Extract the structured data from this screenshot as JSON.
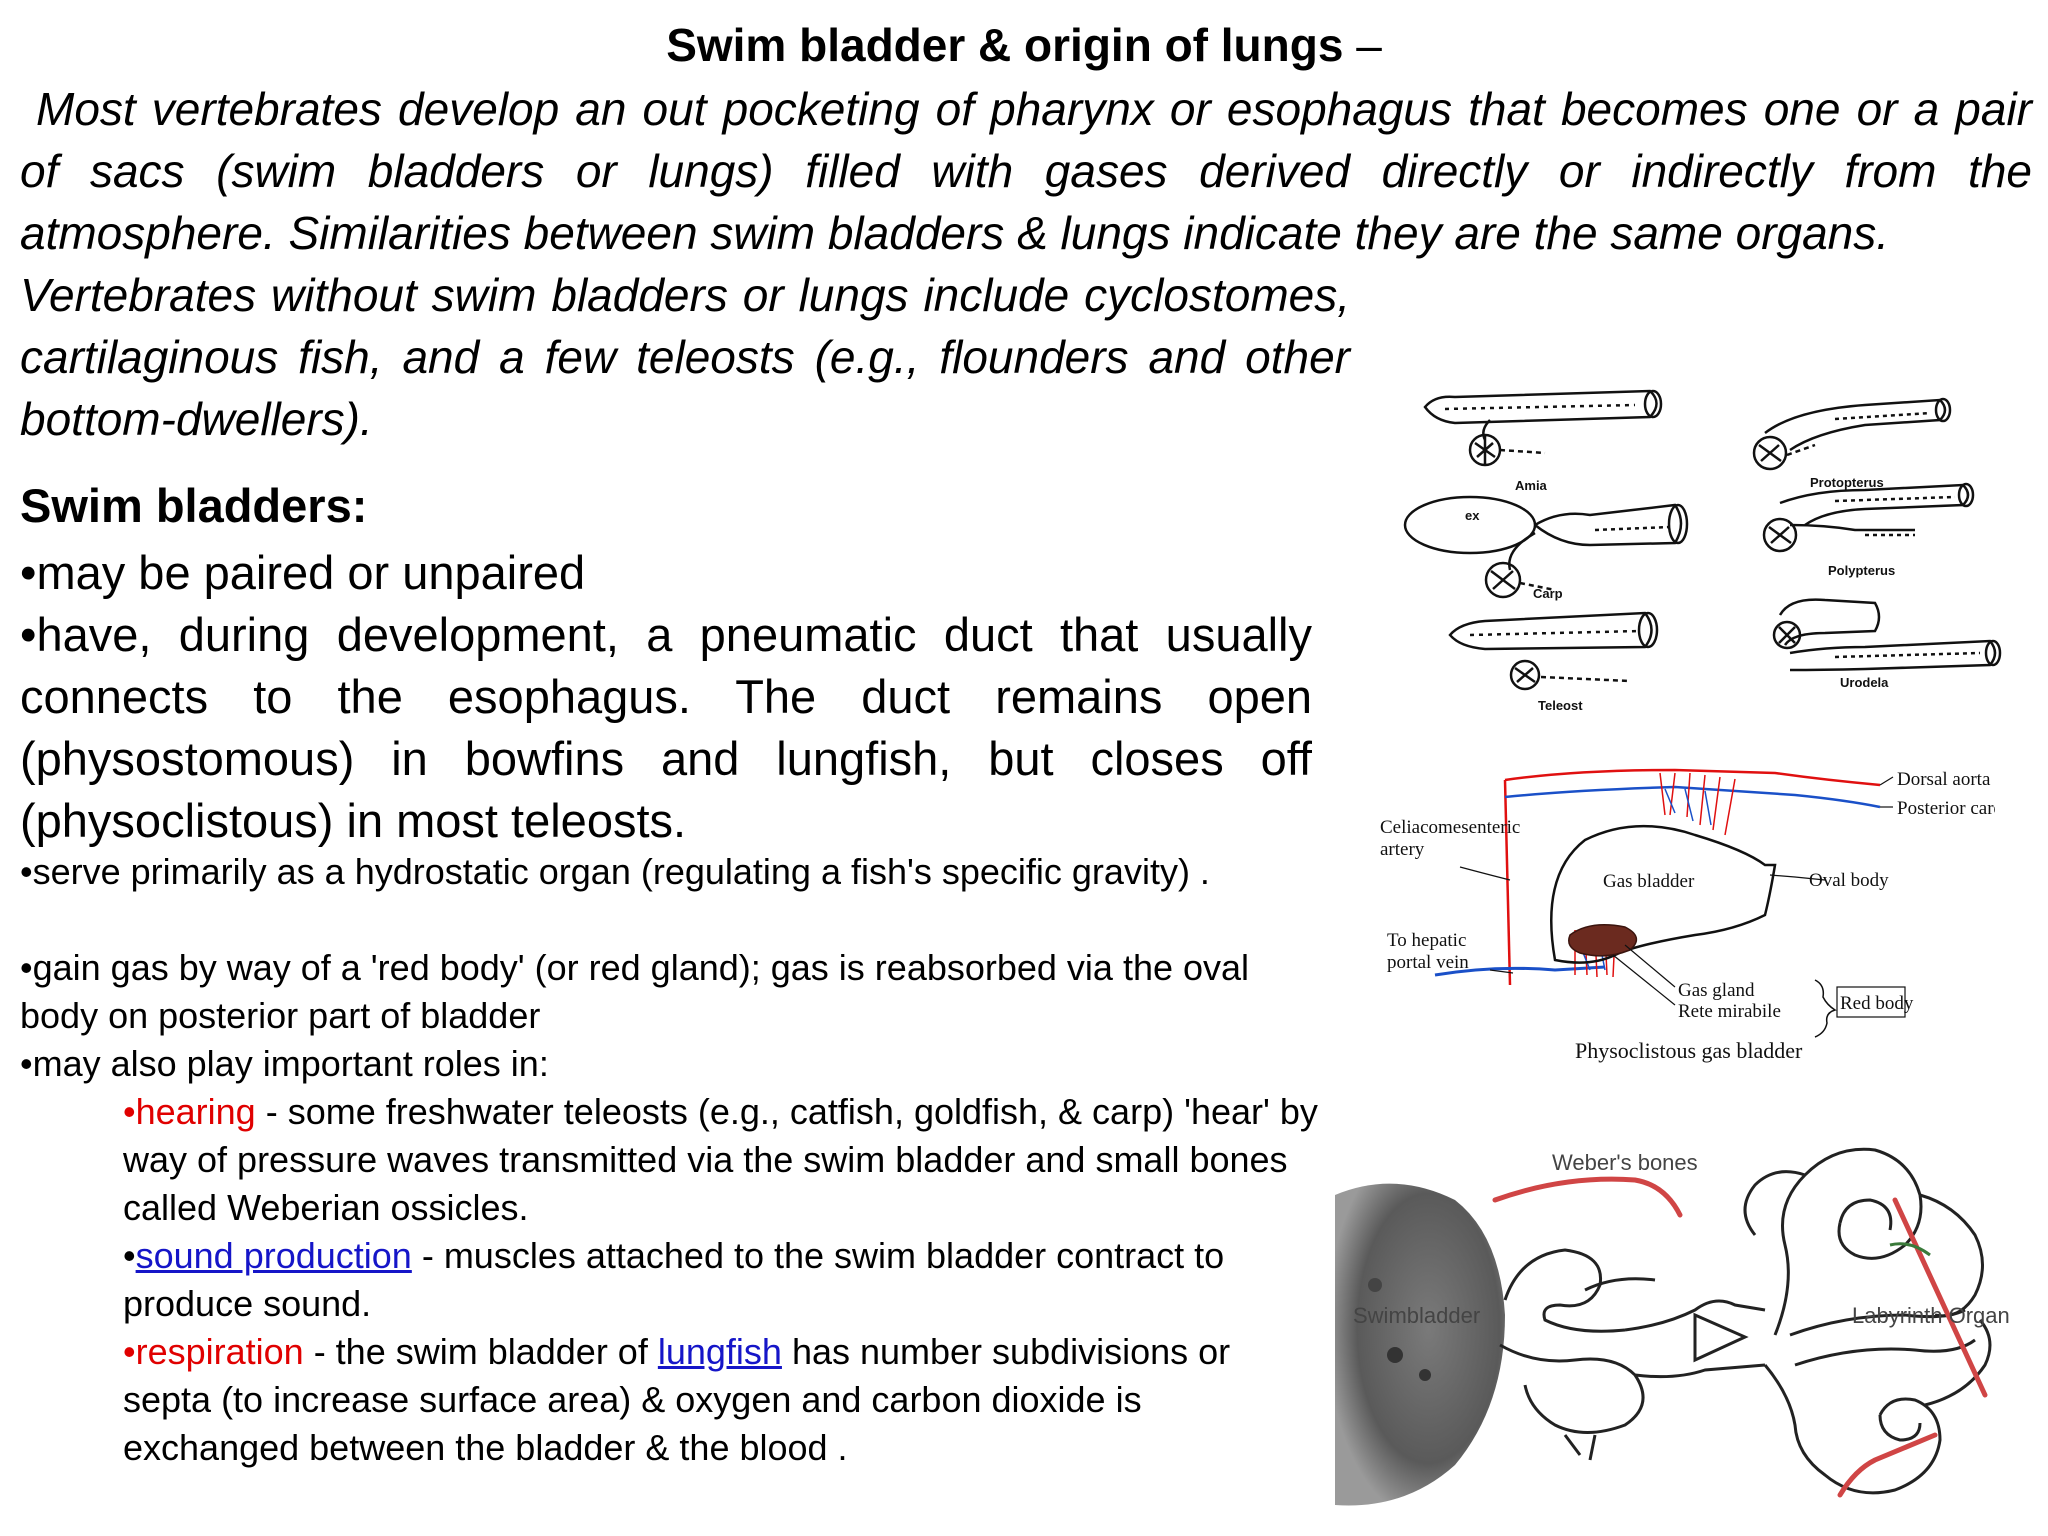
{
  "title": "Swim bladder & origin of lungs",
  "title_dash": "–",
  "intro": {
    "p1": "Most vertebrates develop an out pocketing of pharynx or esophagus that becomes one or a pair of sacs (swim bladders or lungs) filled with gases derived directly or indirectly from the atmosphere. Similarities between swim bladders & lungs indicate they are the same organs.",
    "p2": "Vertebrates without swim bladders or lungs include cyclostomes, cartilaginous fish, and a few teleosts (e.g., flounders and other bottom-dwellers)."
  },
  "swim_bladders": {
    "heading": "Swim bladders:",
    "b1": "•may be paired or unpaired",
    "b2": "•have, during development, a pneumatic duct that usually connects to the esophagus. The duct remains open (physostomous) in bowfins and lungfish, but closes off (physoclistous) in most teleosts.",
    "b3": "•serve primarily as a hydrostatic organ (regulating a fish's specific gravity) .",
    "b4": "•gain gas by way of a 'red body' (or red gland); gas is reabsorbed via the oval body on posterior part of bladder",
    "b5": "•may also play important roles in:",
    "hearing_label": "•hearing",
    "hearing_text": " - some freshwater teleosts (e.g., catfish, goldfish, & carp) 'hear' by way of pressure waves transmitted via the swim bladder and small bones called Weberian ossicles.",
    "sound_bullet": "•",
    "sound_link": "sound production",
    "sound_text": " - muscles attached to the swim bladder contract to produce sound.",
    "resp_label": "•respiration",
    "resp_text1": " - the swim bladder of ",
    "resp_link": "lungfish",
    "resp_text2": " has number subdivisions or septa (to increase surface area) & oxygen and carbon dioxide is exchanged between the bladder & the blood ."
  },
  "diagram1": {
    "labels": [
      "Amia",
      "Protopterus",
      "Carp",
      "Polypterus",
      "Teleost",
      "Urodela"
    ],
    "ex": "ex"
  },
  "diagram2": {
    "dorsal_aorta": "Dorsal aorta",
    "post_cardinal": "Posterior cardinal vien",
    "celiac1": "Celiacomesenteric",
    "celiac2": "artery",
    "gas_bladder": "Gas bladder",
    "oval_body": "Oval body",
    "hepatic1": "To hepatic",
    "hepatic2": "portal vein",
    "gas_gland": "Gas gland",
    "rete": "Rete mirabile",
    "red_body": "Red body",
    "caption": "Physoclistous gas bladder"
  },
  "diagram3": {
    "weber": "Weber's bones",
    "swimbladder": "Swimbladder",
    "labyrinth": "Labyrinth Organ"
  },
  "colors": {
    "red": "#e00000",
    "link": "#1515c8",
    "artery": "#e01010",
    "vein": "#1a50c8"
  }
}
